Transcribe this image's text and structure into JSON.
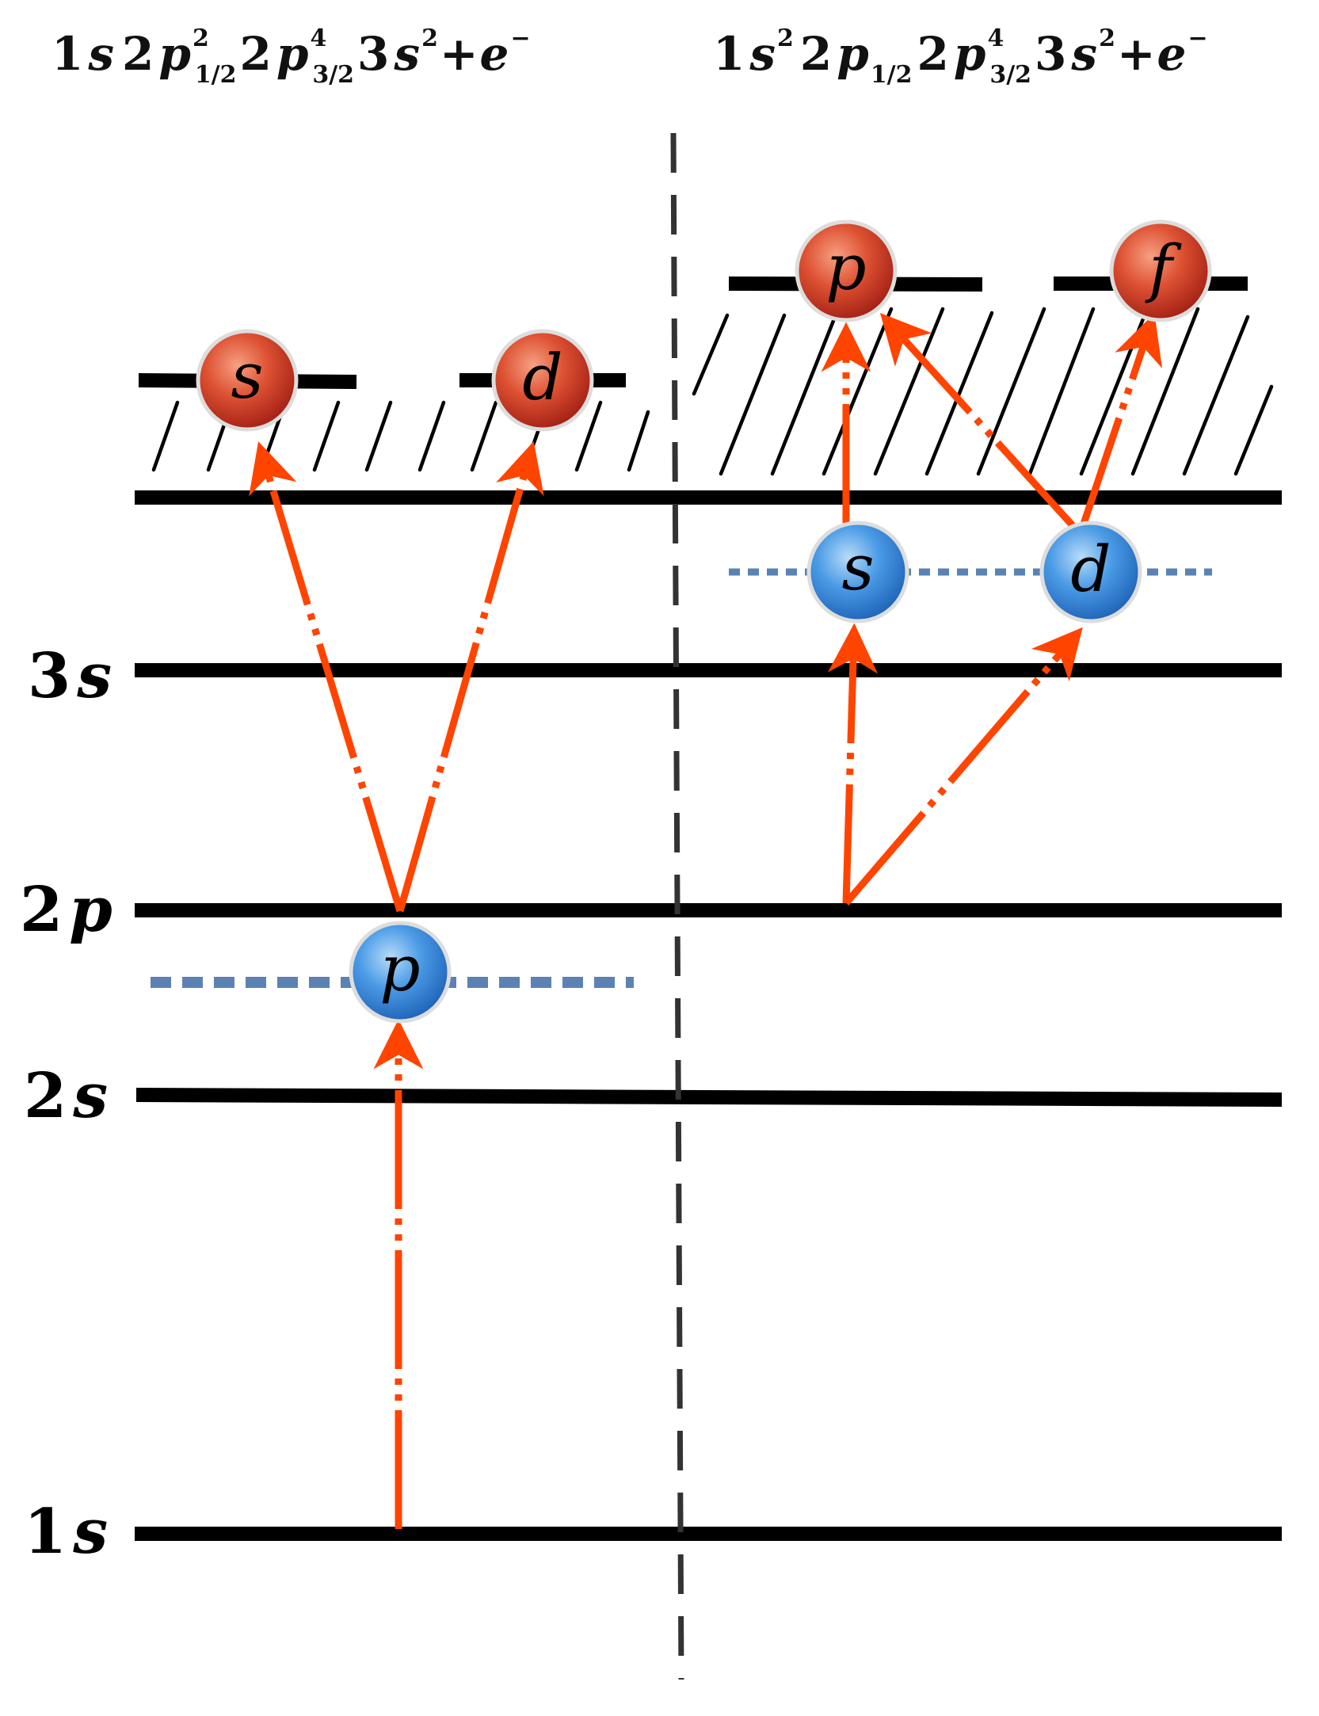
{
  "config_left": {
    "p1": "1",
    "p2": "s",
    "p3": "2",
    "p4": "p",
    "p4_sup": "2",
    "p4_sub": "1/2",
    "p5": "2",
    "p6": "p",
    "p6_sup": "4",
    "p6_sub": "3/2",
    "p7": "3",
    "p8": "s",
    "p8_sup": "2",
    "p9": "+",
    "p10": "e",
    "p10_sup": "−"
  },
  "config_right": {
    "p1": "1",
    "p2": "s",
    "p2_sup": "2",
    "p3": "2",
    "p4": "p",
    "p4_sub": "1/2",
    "p5": "2",
    "p6": "p",
    "p6_sup": "4",
    "p6_sub": "3/2",
    "p7": "3",
    "p8": "s",
    "p8_sup": "2",
    "p9": "+",
    "p10": "e",
    "p10_sup": "−"
  },
  "levels": {
    "l3s": {
      "n": "3",
      "l": "s"
    },
    "l2p": {
      "n": "2",
      "l": "p"
    },
    "l2s": {
      "n": "2",
      "l": "s"
    },
    "l1s": {
      "n": "1",
      "l": "s"
    }
  },
  "orbitals": {
    "left_s": "s",
    "left_d": "d",
    "left_p": "p",
    "right_p": "p",
    "right_f": "f",
    "right_s": "s",
    "right_d": "d"
  },
  "colors": {
    "arrow": "#ff4400",
    "continuum_ball": "#d8432d",
    "bound_ball": "#3d8ee2",
    "dotted_level": "#5b82b3",
    "level_line": "#000000"
  }
}
